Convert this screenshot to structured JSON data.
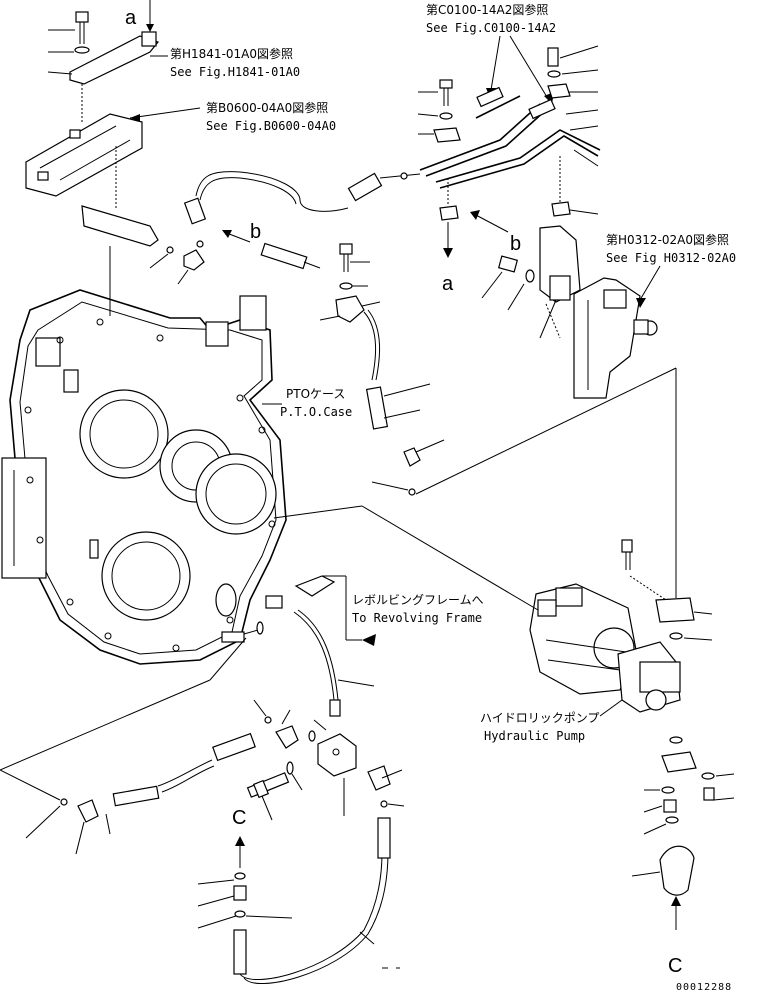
{
  "references": {
    "h1841_jp": "第H1841-01A0図参照",
    "h1841_en": "See Fig.H1841-01A0",
    "b0600_jp": "第B0600-04A0図参照",
    "b0600_en": "See Fig.B0600-04A0",
    "c0100_jp": "第C0100-14A2図参照",
    "c0100_en": "See Fig.C0100-14A2",
    "h0312_jp": "第H0312-02A0図参照",
    "h0312_en": "See Fig H0312-02A0"
  },
  "labels": {
    "pto_jp": "PTOケース",
    "pto_en": "P.T.O.Case",
    "revolving_jp": "レボルビングフレームへ",
    "revolving_en": "To Revolving Frame",
    "pump_jp": "ハイドロリックポンプ",
    "pump_en": "Hydraulic Pump"
  },
  "callouts": {
    "a_top": "a",
    "a_mid": "a",
    "b_left": "b",
    "b_right": "b",
    "c_left": "C",
    "c_right": "C"
  },
  "figure_number": "00012288"
}
